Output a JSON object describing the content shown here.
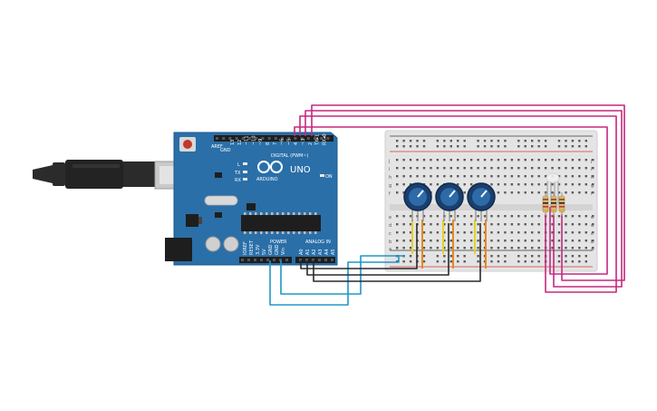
{
  "arduino": {
    "model": "UNO",
    "brand": "ARDUINO",
    "digital_label": "DIGITAL (PWM~)",
    "power_label": "POWER",
    "analog_label": "ANALOG IN",
    "aref": "AREF",
    "gnd": "GND",
    "tx": "TX",
    "rx": "RX",
    "led_l": "L",
    "on": "ON",
    "digital_pins": [
      "13",
      "12",
      "~11",
      "~10",
      "~9",
      "8",
      "7",
      "~6",
      "~5",
      "4",
      "~3",
      "2",
      "TX▸1",
      "RX◂0"
    ],
    "power_pins": [
      "IOREF",
      "RESET",
      "3.3V",
      "5V",
      "GND",
      "GND",
      "Vin"
    ],
    "analog_pins": [
      "A0",
      "A1",
      "A2",
      "A3",
      "A4",
      "A5"
    ]
  },
  "breadboard": {
    "row_letters_top": [
      "j",
      "i",
      "h",
      "g",
      "f"
    ],
    "row_letters_bottom": [
      "e",
      "d",
      "c",
      "b",
      "a"
    ]
  },
  "colors": {
    "board": "#2a6fa8",
    "magenta_wire": "#c4287f",
    "blue_wire": "#1e98c8",
    "black_wire": "#2a2a2a",
    "yellow_wire": "#e6d02a",
    "orange_wire": "#e8871e"
  },
  "icons": {
    "usb": "usb-cable-icon",
    "potentiometer": "potentiometer-icon",
    "rgb_led": "rgb-led-icon",
    "resistor": "resistor-icon"
  }
}
